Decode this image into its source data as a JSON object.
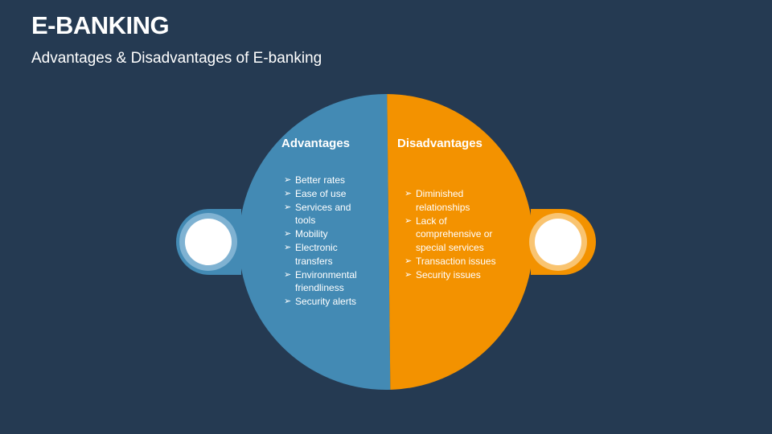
{
  "title": "E-BANKING",
  "subtitle": "Advantages & Disadvantages of E-banking",
  "colors": {
    "background": "#253a52",
    "advantages": "#438ab4",
    "disadvantages": "#f39200"
  },
  "advantages": {
    "heading": "Advantages",
    "items": [
      "Better rates",
      "Ease of use",
      "Services and tools",
      "Mobility",
      "Electronic transfers",
      "Environmental friendliness",
      "Security alerts"
    ]
  },
  "disadvantages": {
    "heading": "Disadvantages",
    "items": [
      "Diminished relationships",
      "Lack of comprehensive or special services",
      "Transaction issues",
      "Security issues"
    ]
  },
  "bullet_icon": "arrowhead-bullet-icon"
}
